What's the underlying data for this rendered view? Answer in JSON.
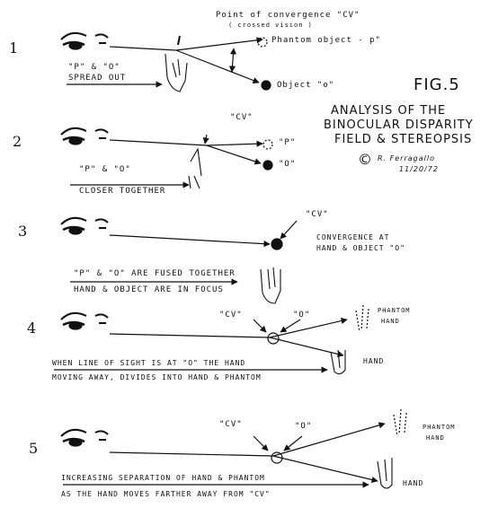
{
  "figure": {
    "fig_label": "FIG.5",
    "title_lines": [
      "ANALYSIS OF THE",
      "BINOCULAR DISPARITY",
      "FIELD & STEREOPSIS"
    ],
    "copyright_symbol": "©",
    "author": "R. Ferragallo",
    "date": "11/20/72"
  },
  "panels": [
    {
      "number": "1",
      "labels": {
        "cv_title": "Point of convergence \"CV\"",
        "cv_sub": "( crossed vision )",
        "phantom": "Phantom object - p\"",
        "object": "Object \"o\"",
        "po": "\"P\" & \"O\"",
        "caption": "Spread out"
      }
    },
    {
      "number": "2",
      "labels": {
        "cv": "\"CV\"",
        "p": "\"P\"",
        "o": "\"O\"",
        "po": "\"P\" & \"O\"",
        "caption": "Closer together"
      }
    },
    {
      "number": "3",
      "labels": {
        "cv": "\"CV\"",
        "conv1": "Convergence at",
        "conv2": "hand & object \"O\"",
        "caption1": "\"P\" & \"O\" are fused together",
        "caption2": "Hand & object are in focus"
      }
    },
    {
      "number": "4",
      "labels": {
        "cv": "\"CV\"",
        "o": "\"O\"",
        "phantom1": "Phantom",
        "phantom2": "Hand",
        "hand": "Hand",
        "caption1": "When line of sight is at \"O\" the hand",
        "caption2": "moving away, divides into hand & phantom"
      }
    },
    {
      "number": "5",
      "labels": {
        "cv": "\"CV\"",
        "o": "\"O\"",
        "phantom1": "Phantom",
        "phantom2": "Hand",
        "hand": "Hand",
        "caption1": "Increasing separation of hand & phantom",
        "caption2": "as the hand moves farther away from \"CV\""
      }
    }
  ]
}
